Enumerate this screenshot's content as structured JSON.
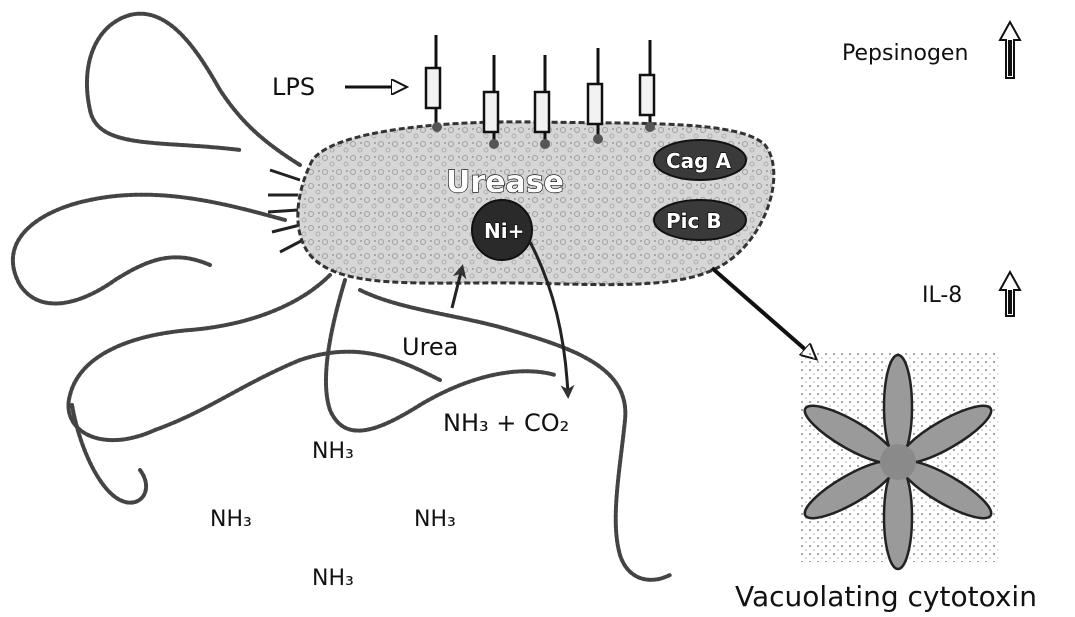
{
  "labels": {
    "lps": "LPS",
    "pepsinogen": "Pepsinogen",
    "urease": "Urease",
    "nickel": "Ni+",
    "cag_a": "Cag A",
    "pic_b": "Pic B",
    "il8": "IL-8",
    "urea": "Urea",
    "nh3_co2": "NH₃ + CO₂",
    "nh3": "NH₃",
    "vacuolating_cytotoxin": "Vacuolating cytotoxin"
  },
  "colors": {
    "cell_fill": "#d2d2d2",
    "cell_outline": "#333333",
    "oval_dark": "#3a3a3a",
    "nickel_dark": "#2a2a2a",
    "toxin_fill": "#9a9a9a",
    "text": "#111111"
  }
}
